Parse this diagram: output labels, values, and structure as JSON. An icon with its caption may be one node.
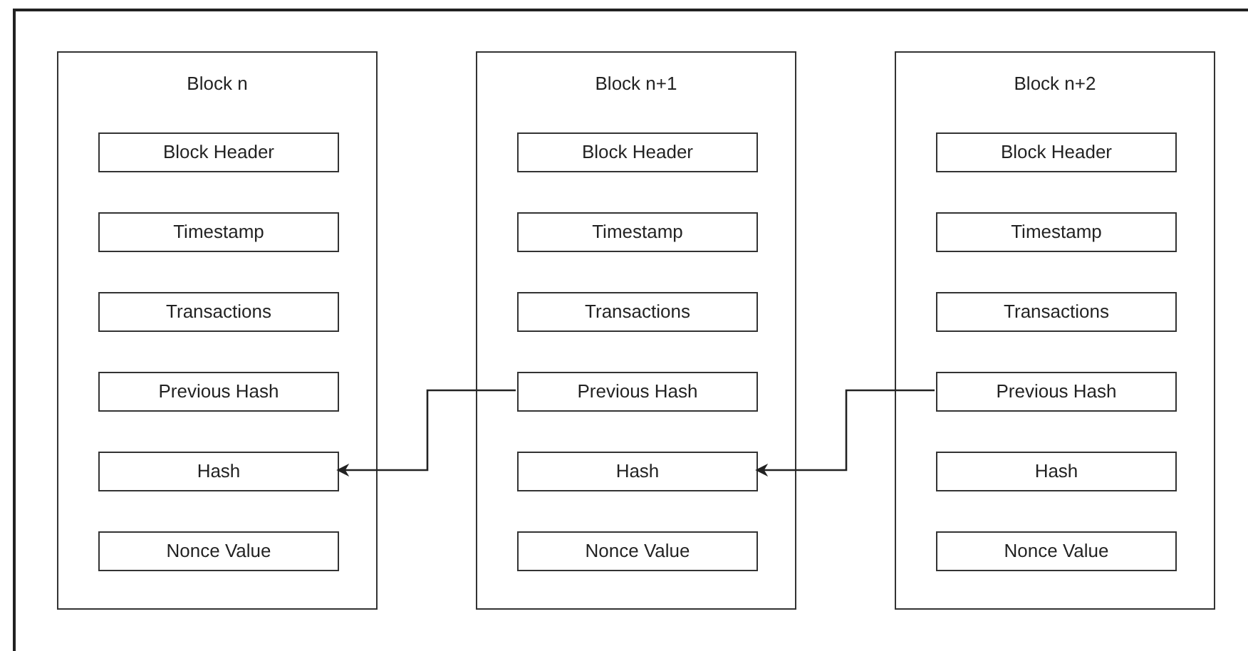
{
  "diagram": {
    "nodes": [
      {
        "text": [
          "Block n"
        ]
      },
      {
        "text": [
          "Block Header"
        ],
        "in": 0
      },
      {
        "text": [
          "Timestamp"
        ],
        "in": 0
      },
      {
        "text": [
          "Transactions"
        ],
        "in": 0
      },
      {
        "text": [
          "Previous Hash"
        ],
        "in": 0
      },
      {
        "text": [
          "Hash"
        ],
        "in": 0
      },
      {
        "text": [
          "Nonce Value"
        ],
        "in": 0
      },
      {
        "text": [
          "Block n+1"
        ]
      },
      {
        "text": [
          "Block Header"
        ],
        "in": 7
      },
      {
        "text": [
          "Timestamp"
        ],
        "in": 7
      },
      {
        "text": [
          "Transactions"
        ],
        "in": 7
      },
      {
        "text": [
          "Previous Hash"
        ],
        "in": 7
      },
      {
        "text": [
          "Hash"
        ],
        "in": 7
      },
      {
        "text": [
          "Nonce Value"
        ],
        "in": 7
      },
      {
        "text": [
          "Block n+2"
        ]
      },
      {
        "text": [
          "Block Header"
        ],
        "in": 14
      },
      {
        "text": [
          "Timestamp"
        ],
        "in": 14
      },
      {
        "text": [
          "Transactions"
        ],
        "in": 14
      },
      {
        "text": [
          "Previous Hash"
        ],
        "in": 14
      },
      {
        "text": [
          "Hash"
        ],
        "in": 14
      },
      {
        "text": [
          "Nonce Value"
        ],
        "in": 14
      }
    ],
    "edges": [
      {
        "from": 11,
        "to": 5,
        "arrow": "to"
      },
      {
        "from": 18,
        "to": 12,
        "arrow": "to"
      }
    ]
  }
}
